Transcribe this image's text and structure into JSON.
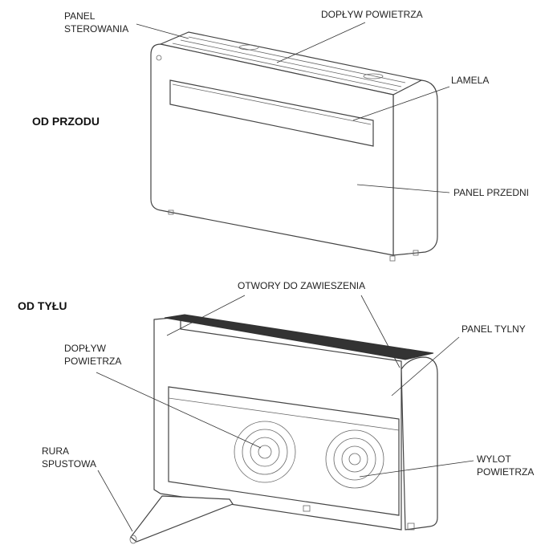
{
  "front": {
    "heading": "OD PRZODU",
    "labels": {
      "panel_line1": "PANEL",
      "panel_line2": "STEROWANIA",
      "air_inlet": "DOPŁYW POWIETRZA",
      "louver": "LAMELA",
      "front_panel": "PANEL PRZEDNI"
    }
  },
  "back": {
    "heading": "OD TYŁU",
    "labels": {
      "hanging_holes": "OTWORY DO ZAWIESZENIA",
      "rear_panel": "PANEL TYLNY",
      "air_inlet_line1": "DOPŁYW",
      "air_inlet_line2": "POWIETRZA",
      "drain_line1": "RURA",
      "drain_line2": "SPUSTOWA",
      "outlet_line1": "WYLOT",
      "outlet_line2": "POWIETRZA"
    }
  }
}
